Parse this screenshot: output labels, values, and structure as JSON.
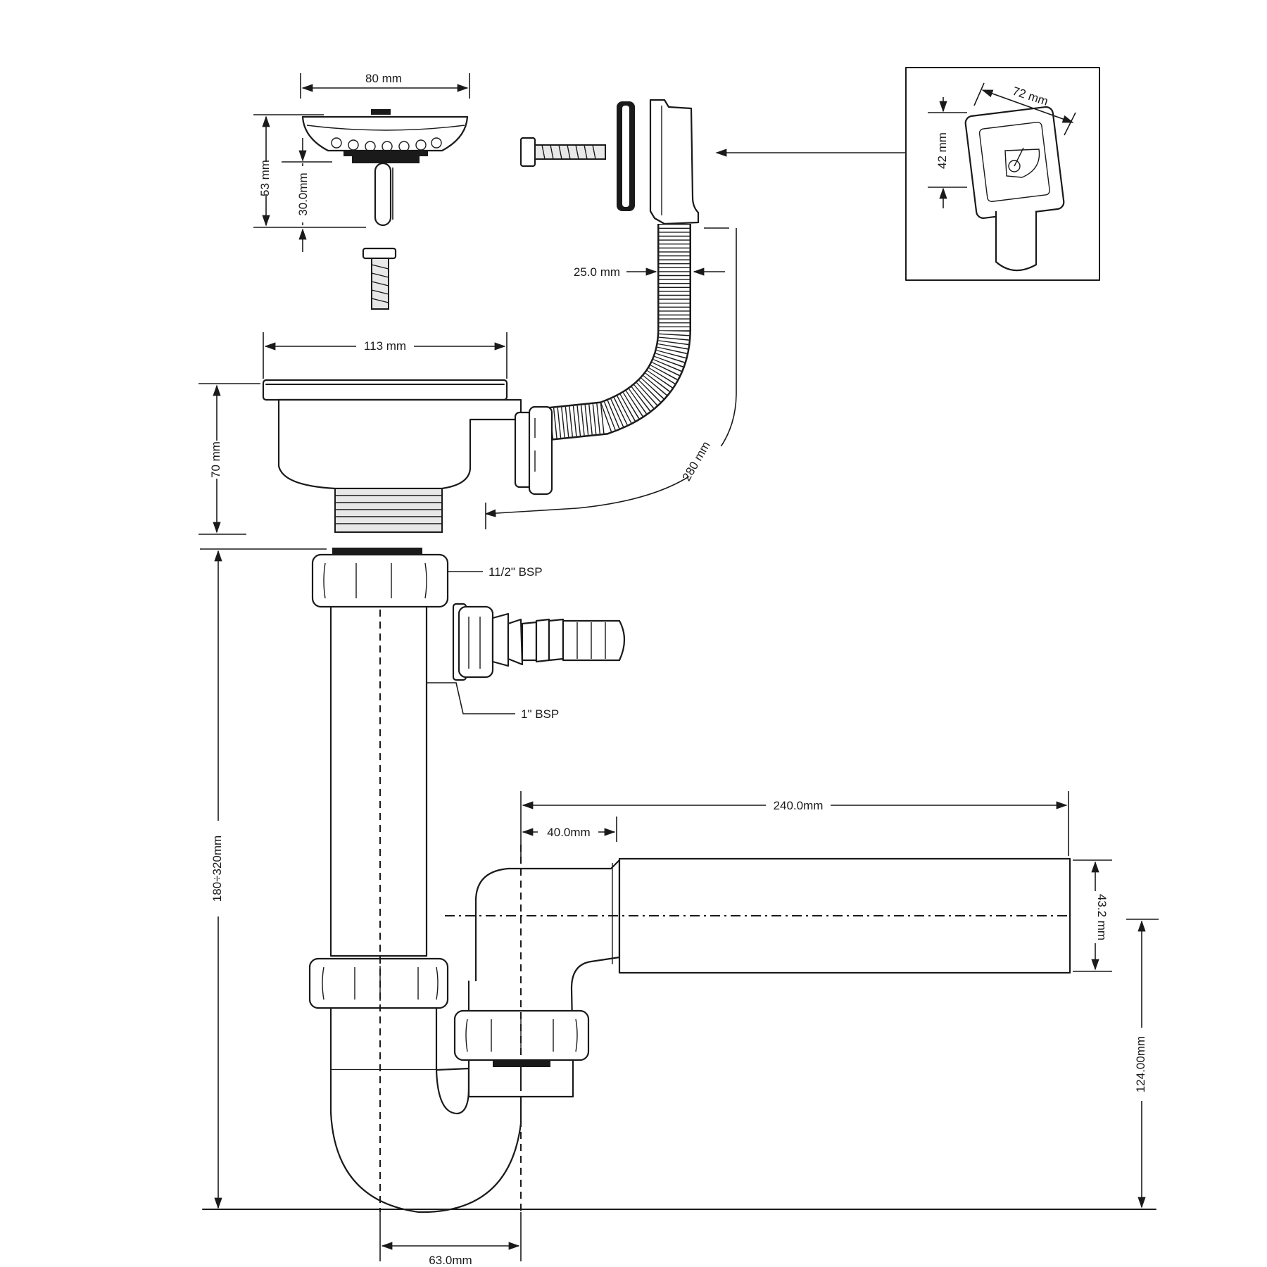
{
  "diagram": {
    "labels": {
      "strainer_width": "80 mm",
      "strainer_height": "53 mm",
      "strainer_stem": "30.0mm",
      "overflow_width": "72 mm",
      "overflow_height": "42 mm",
      "hose_diameter": "25.0 mm",
      "hose_length": "280 mm",
      "waste_width": "113 mm",
      "waste_height": "70 mm",
      "thread_main": "11/2\" BSP",
      "thread_side": "1\" BSP",
      "total_height": "180÷320mm",
      "pipe_length": "240.0mm",
      "offset": "40.0mm",
      "pipe_diameter": "43.2 mm",
      "outlet_height": "124.00mm",
      "trap_offset": "63.0mm"
    }
  }
}
